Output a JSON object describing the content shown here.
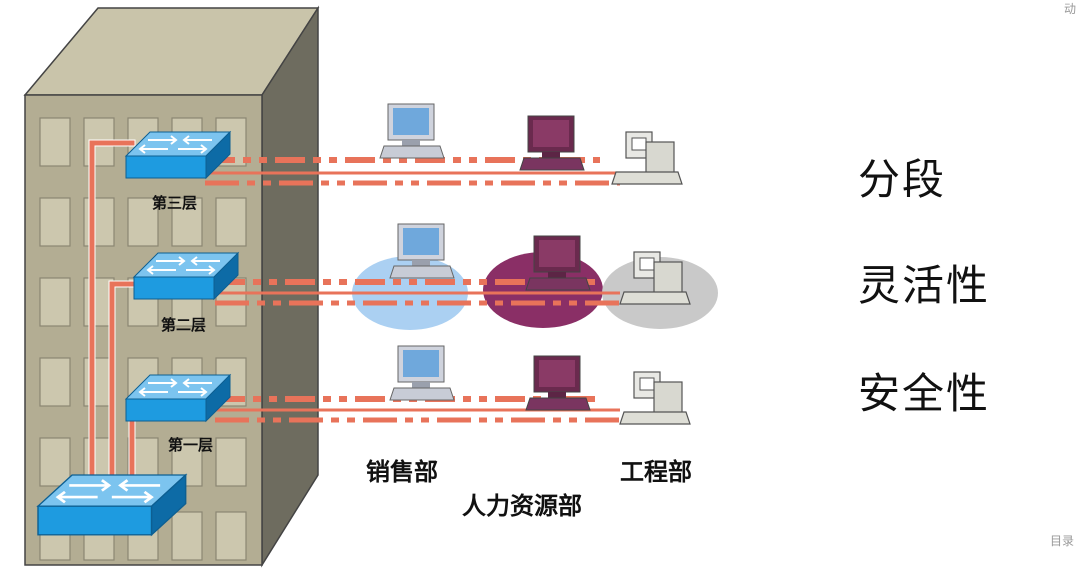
{
  "floors": {
    "third": "第三层",
    "second": "第二层",
    "first": "第一层"
  },
  "departments": {
    "sales": "销售部",
    "hr": "人力资源部",
    "engineering": "工程部"
  },
  "keywords": [
    "分段",
    "灵活性",
    "安全性"
  ],
  "corner": {
    "top_right": "动",
    "bottom_right": "目录"
  },
  "colors": {
    "switch_blue": "#1e9be0",
    "cable_orange": "#e8735a",
    "sales_ellipse": "#9cc8f0",
    "hr_ellipse": "#8a2f66",
    "eng_ellipse": "#c9c9c9",
    "building_front": "#b3ad93",
    "building_side": "#6e6c5f"
  }
}
